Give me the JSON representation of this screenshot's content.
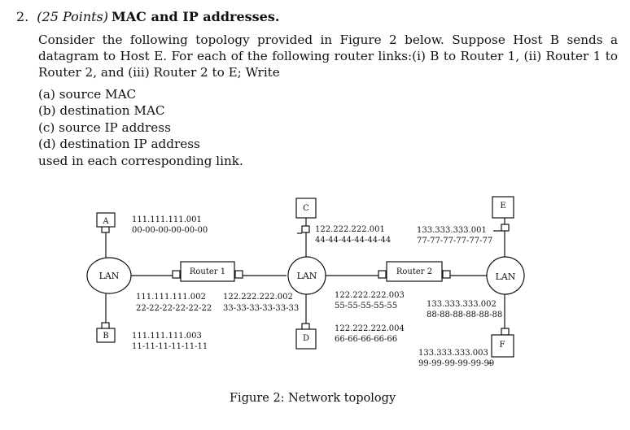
{
  "question": {
    "number": "2.",
    "points": "(25 Points)",
    "title": "MAC and IP addresses.",
    "paragraph": "Consider the following topology provided in Figure 2 below. Suppose Host B sends a datagram to Host E. For each of the following router links:(i) B to Router 1, (ii) Router 1 to Router 2, and (iii) Router 2 to E; Write",
    "items": [
      "(a) source MAC",
      "(b) destination MAC",
      "(c) source IP address",
      "(d) destination IP address"
    ],
    "closing": "used in each corresponding link."
  },
  "figure": {
    "caption": "Figure 2: Network topology",
    "hosts": {
      "A": "A",
      "B": "B",
      "C": "C",
      "D": "D",
      "E": "E",
      "F": "F"
    },
    "lans": {
      "left": "LAN",
      "middle": "LAN",
      "right": "LAN"
    },
    "routers": {
      "r1": "Router 1",
      "r2": "Router 2"
    },
    "addresses": {
      "a_ip": "111.111.111.001",
      "a_mac": "00-00-00-00-00-00",
      "r1_left_ip": "111.111.111.002",
      "r1_left_mac": "22-22-22-22-22-22",
      "b_ip": "111.111.111.003",
      "b_mac": "11-11-11-11-11-11",
      "r1_right_ip": "122.222.222.002",
      "r1_right_mac": "33-33-33-33-33-33",
      "c_ip": "122.222.222.001",
      "c_mac": "44-44-44-44-44-44",
      "r2_left_ip": "122.222.222.003",
      "r2_left_mac": "55-55-55-55-55",
      "d_ip": "122.222.222.004",
      "d_mac": "66-66-66-66-66",
      "e_ip": "133.333.333.001",
      "e_mac": "77-77-77-77-77-77",
      "r2_right_ip": "133.333.333.002",
      "r2_right_mac": "88-88-88-88-88-88",
      "f_ip": "133.333.333.003",
      "f_mac": "99-99-99-99-99-99"
    }
  }
}
